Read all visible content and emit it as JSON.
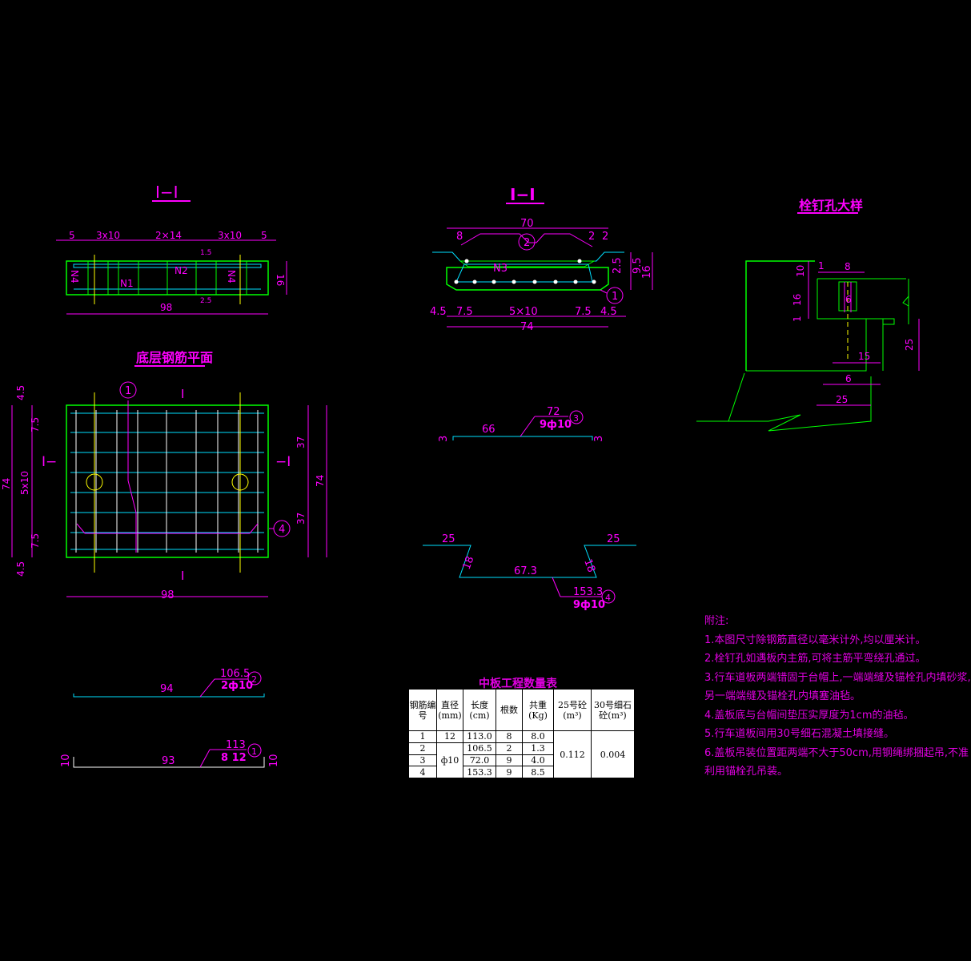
{
  "titles": {
    "section_left": "I−I",
    "section_mid": "I−I",
    "detail": "栓钉孔大样",
    "plan": "底层钢筋平面",
    "table": "中板工程数量表"
  },
  "left_section": {
    "dims_top": [
      "5",
      "3x10",
      "2×14",
      "3x10",
      "5"
    ],
    "bottom": "98",
    "right": "16",
    "labels": [
      "N4",
      "N1",
      "N2",
      "N4"
    ],
    "small": [
      "1.5",
      "2.5"
    ]
  },
  "plan": {
    "left_dims": [
      "4.5",
      "7.5",
      "74",
      "5x10",
      "7.5",
      "4.5"
    ],
    "right_dims": [
      "37",
      "74",
      "37"
    ],
    "bottom": "98",
    "cut_left": "I−",
    "cut_right": "−I",
    "cut_mark": "I",
    "mark1": "1",
    "mark4": "4"
  },
  "mid_section": {
    "top": "70",
    "top_left": "8",
    "top_right_a": "2",
    "top_right_b": "2",
    "mark2": "2",
    "n3": "N3",
    "mark1": "1",
    "right_dims": [
      "2.5",
      "9.5",
      "16"
    ],
    "bottom_dims": [
      "4.5",
      "7.5",
      "5×10",
      "7.5",
      "4.5"
    ],
    "bottom_total": "74"
  },
  "bar3": {
    "length": "72",
    "spec": "9ф10",
    "mark": "3",
    "mid": "66",
    "end_l": "3",
    "end_r": "3"
  },
  "bar4": {
    "left": "25",
    "right": "25",
    "slope_l": "18",
    "slope_r": "18",
    "mid": "67.3",
    "length": "153.3",
    "spec": "9ф10",
    "mark": "4"
  },
  "bar2": {
    "length": "106.5",
    "spec": "2ф10",
    "mark": "2",
    "mid": "94"
  },
  "bar1": {
    "length": "113",
    "spec": "8 12",
    "mark": "1",
    "mid": "93",
    "end_l": "10",
    "end_r": "10"
  },
  "detail": {
    "d1": "1",
    "d8": "8",
    "d10": "10",
    "d16": "16",
    "d1b": "1",
    "d6": "6",
    "d15": "15",
    "d25": "25",
    "d6b": "6",
    "d25b": "25"
  },
  "table": {
    "headers": [
      "钢筋编号",
      "直径(mm)",
      "长度(cm)",
      "根数",
      "共重(Kg)",
      "25号砼(m³)",
      "30号细石砼(m³)"
    ],
    "rows": [
      [
        "1",
        "12",
        "113.0",
        "8",
        "8.0"
      ],
      [
        "2",
        "",
        "106.5",
        "2",
        "1.3"
      ],
      [
        "3",
        "ф10",
        "72.0",
        "9",
        "4.0"
      ],
      [
        "4",
        "",
        "153.3",
        "9",
        "8.5"
      ]
    ],
    "concrete25": "0.112",
    "concrete30": "0.004"
  },
  "notes": [
    "附注:",
    "1.本图尺寸除钢筋直径以毫米计外,均以厘米计。",
    "2.栓钉孔如遇板内主筋,可将主筋平弯绕孔通过。",
    "3.行车道板两端错固于台帽上,一端端缝及锚栓孔内填砂浆,",
    "  另一端端缝及锚栓孔内填塞油毡。",
    "4.盖板底与台帽间垫压实厚度为1cm的油毡。",
    "5.行车道板间用30号细石混凝土填接缝。",
    "6.盖板吊装位置距两端不大于50cm,用钢绳绑捆起吊,不准",
    "  利用锚栓孔吊装。"
  ],
  "colors": {
    "green": "#00ff00",
    "magenta": "#ff00ff",
    "cyan": "#00e0ff",
    "yellow": "#ffff00",
    "white": "#ffffff"
  }
}
